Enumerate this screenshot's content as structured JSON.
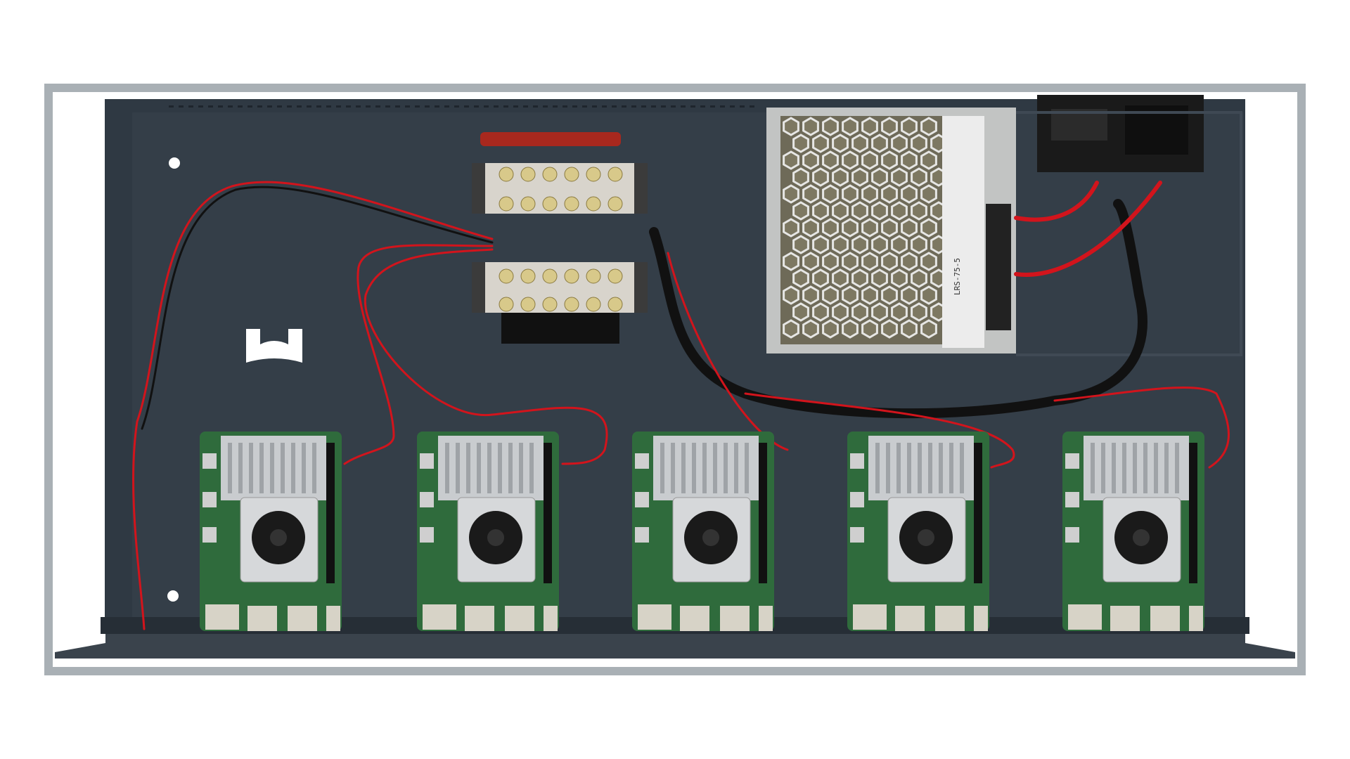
{
  "scene": {
    "subject": "rack-chassis-with-raspberry-pi-boards",
    "psu": {
      "model_label": "LRS-75-5"
    },
    "board_count": 5,
    "colors": {
      "background": "#ffffff",
      "frame": "#a9b0b5",
      "chassis": "#2f3943",
      "pcb": "#2f6b3c",
      "heatsink": "#c9cccf",
      "wire_red": "#d2141c",
      "wire_black": "#111111",
      "terminal_red": "#a8281e"
    }
  }
}
